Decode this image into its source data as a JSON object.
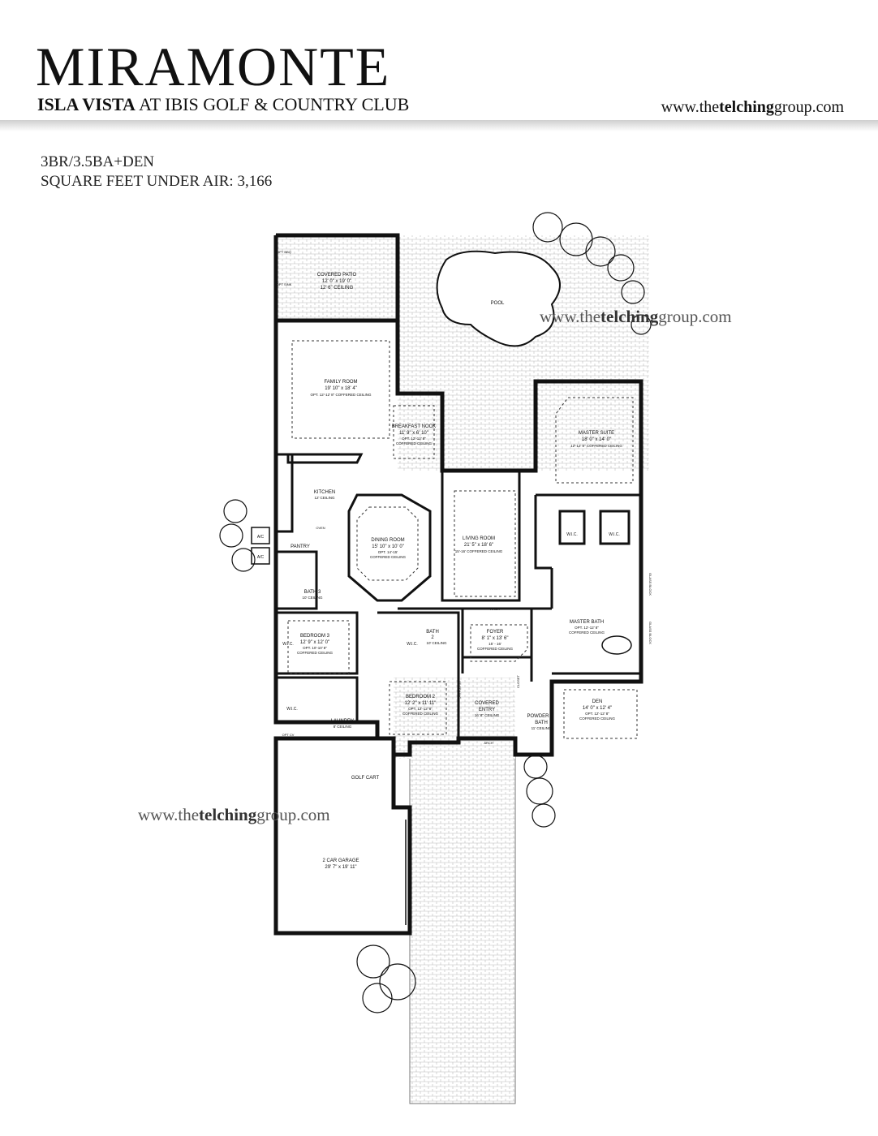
{
  "header": {
    "title": "MIRAMONTE",
    "subtitle_bold": "ISLA VISTA",
    "subtitle_rest": " AT IBIS GOLF & COUNTRY CLUB",
    "site_pre": "www.the",
    "site_bold": "telching",
    "site_post": "group.com"
  },
  "specs": {
    "line1": "3BR/3.5BA+DEN",
    "line2": "SQUARE FEET UNDER AIR: 3,166"
  },
  "watermarks": {
    "pre": "www.the",
    "bold": "telching",
    "post": "group.com"
  },
  "rooms": {
    "covered_patio": {
      "name": "COVERED PATIO",
      "dim": "12' 0\" x 19' 0\"",
      "note": "12' 6\" CEILING"
    },
    "pool": {
      "name": "POOL"
    },
    "family_room": {
      "name": "FAMILY ROOM",
      "dim": "19' 10\" x 18' 4\"",
      "note": "OPT. 12'-12' 8\" COFFERED CEILING"
    },
    "breakfast_nook": {
      "name": "BREAKFAST NOOK",
      "dim": "11' 9\" x 6' 10\"",
      "note": "OPT. 12'-12' 8\"",
      "note2": "COFFERED CEILING"
    },
    "master_suite": {
      "name": "MASTER SUITE",
      "dim": "18' 0\" x 14' 0\"",
      "note": "12'-12' 8\" COFFERED CEILING"
    },
    "kitchen": {
      "name": "KITCHEN",
      "note": "12' CEILING"
    },
    "dining_room": {
      "name": "DINING ROOM",
      "dim": "15' 10\" x 10' 0\"",
      "note": "OPT. 14'-15'",
      "note2": "COFFERED CEILING"
    },
    "living_room": {
      "name": "LIVING ROOM",
      "dim": "21' 5\" x 18' 6\"",
      "note": "15'-16' COFFERED CEILING"
    },
    "pantry": {
      "name": "PANTRY"
    },
    "bath3": {
      "name": "BATH 3",
      "note": "10' CEILING"
    },
    "bedroom3": {
      "name": "BEDROOM 3",
      "dim": "12' 9\" x 12' 0\"",
      "note": "OPT. 10'-10' 8\"",
      "note2": "COFFERED CEILING"
    },
    "bath2": {
      "name": "BATH",
      "num": "2",
      "note": "10' CEILING"
    },
    "foyer": {
      "name": "FOYER",
      "dim": "8' 1\" x 13' 6\"",
      "note": "15' - 16'",
      "note2": "COFFERED CEILING"
    },
    "master_bath": {
      "name": "MASTER BATH",
      "note": "OPT. 12'-12' 8\"",
      "note2": "COFFERED CEILING"
    },
    "bedroom2": {
      "name": "BEDROOM 2",
      "dim": "12' 2\" x 11' 11\"",
      "note": "OPT. 12'-12' 8\"",
      "note2": "COFFERED CEILING"
    },
    "covered_entry": {
      "name": "COVERED",
      "name2": "ENTRY",
      "note": "16' 8\" CEILING"
    },
    "powder_bath": {
      "name": "POWDER",
      "name2": "BATH",
      "note": "11' CEILING"
    },
    "den": {
      "name": "DEN",
      "dim": "14' 0\" x 12' 4\"",
      "note": "OPT. 12'-12' 8\"",
      "note2": "COFFERED CEILING"
    },
    "laundry": {
      "name": "LAUNDRY",
      "note": "8' CEILING"
    },
    "golf_cart": {
      "name": "GOLF CART"
    },
    "garage": {
      "name": "2 CAR GARAGE",
      "dim": "29' 7\" x 19' 11\""
    }
  },
  "small_labels": {
    "wic": "W.I.C.",
    "ac": "A/C",
    "arch": "ARCH",
    "closet": "CLOSET",
    "opt_bbq": "OPT BBQ",
    "opt_sink": "OPT SINK",
    "oven": "OVEN",
    "glass_block": "GLASS BLOCK",
    "opt_cv": "OPT CV",
    "ceiling_12": "12' CEILING"
  }
}
